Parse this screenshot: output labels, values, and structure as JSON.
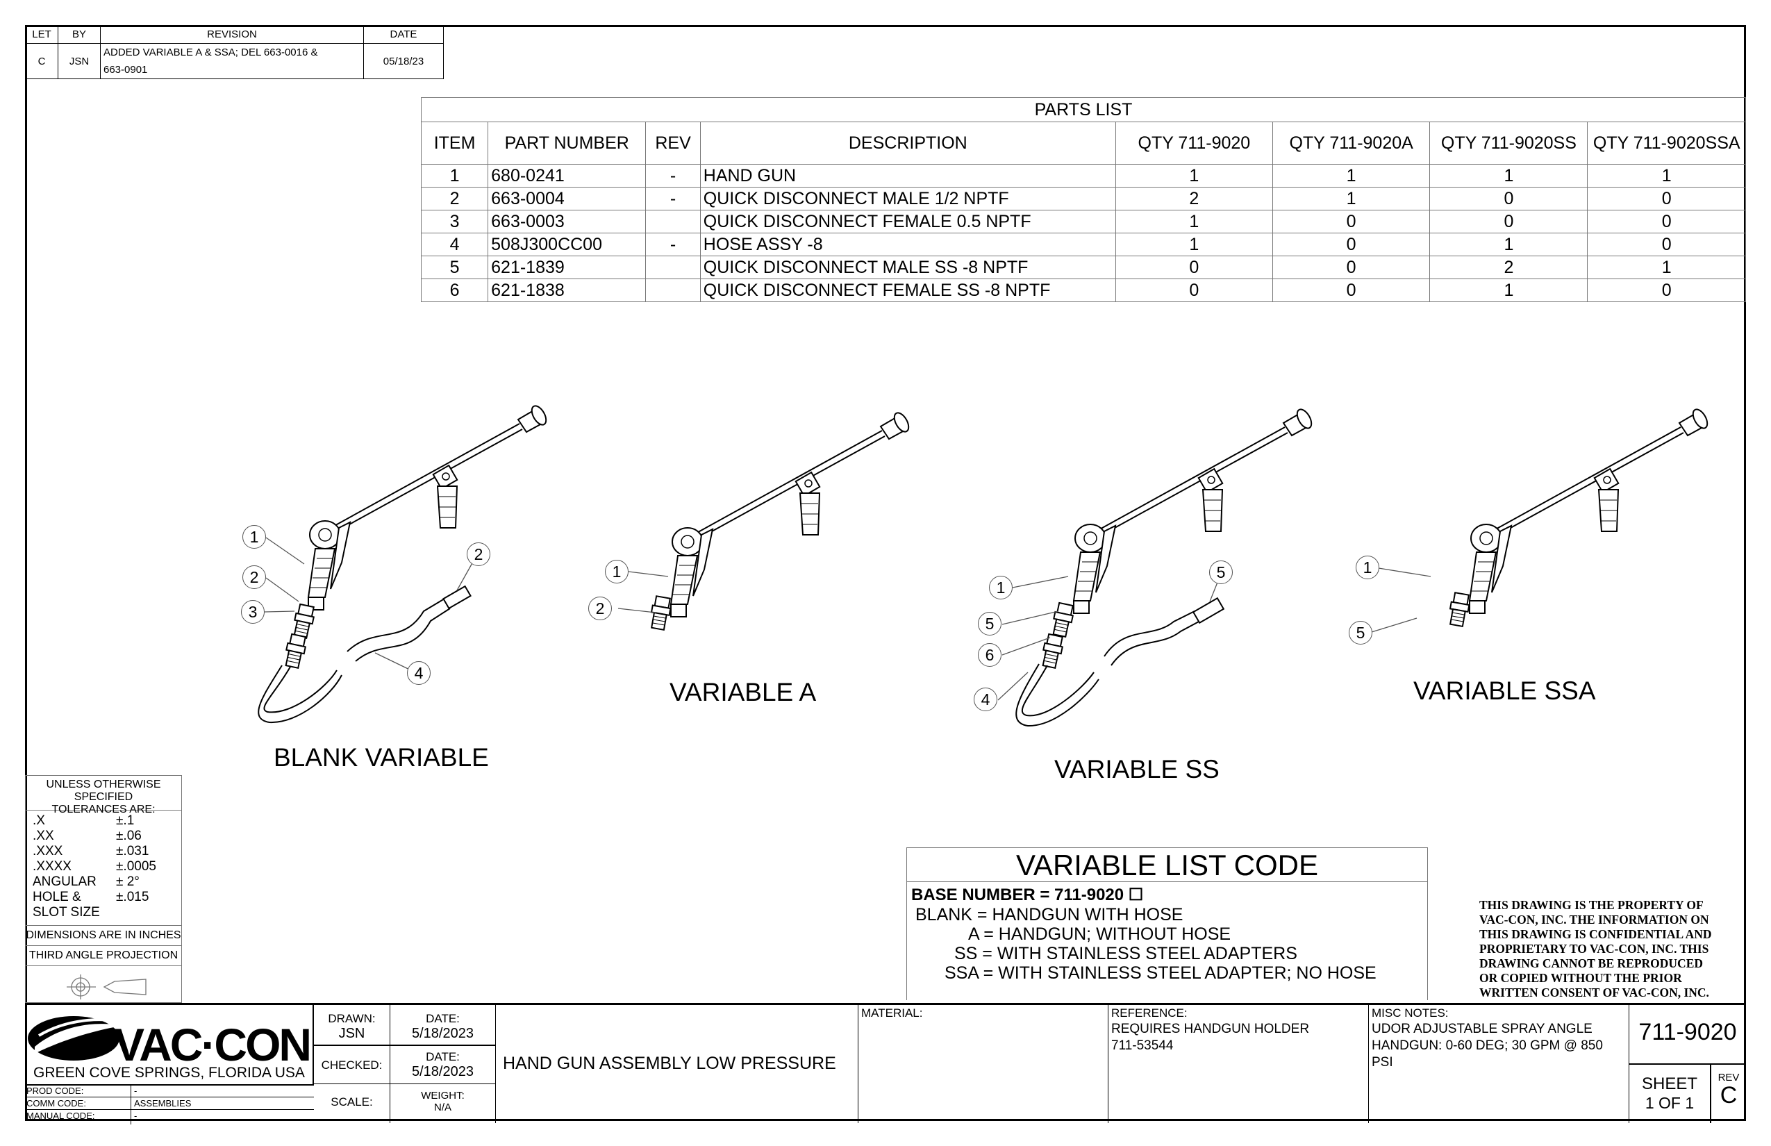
{
  "revision_block": {
    "headers": [
      "LET",
      "BY",
      "REVISION",
      "DATE"
    ],
    "rows": [
      {
        "let": "C",
        "by": "JSN",
        "revision_line1": "ADDED VARIABLE A & SSA; DEL 663-0016 &",
        "revision_line2": "663-0901",
        "date": "05/18/23"
      }
    ]
  },
  "parts_list": {
    "title": "PARTS LIST",
    "headers": [
      "ITEM",
      "PART NUMBER",
      "REV",
      "DESCRIPTION",
      "QTY 711-9020",
      "QTY 711-9020A",
      "QTY 711-9020SS",
      "QTY 711-9020SSA"
    ],
    "rows": [
      [
        "1",
        "680-0241",
        "-",
        "HAND GUN",
        "1",
        "1",
        "1",
        "1"
      ],
      [
        "2",
        "663-0004",
        "-",
        "QUICK DISCONNECT MALE 1/2 NPTF",
        "2",
        "1",
        "0",
        "0"
      ],
      [
        "3",
        "663-0003",
        "",
        "QUICK DISCONNECT FEMALE 0.5 NPTF",
        "1",
        "0",
        "0",
        "0"
      ],
      [
        "4",
        "508J300CC00",
        "-",
        "HOSE ASSY -8",
        "1",
        "0",
        "1",
        "0"
      ],
      [
        "5",
        "621-1839",
        "",
        "QUICK DISCONNECT MALE SS -8 NPTF",
        "0",
        "0",
        "2",
        "1"
      ],
      [
        "6",
        "621-1838",
        "",
        "QUICK DISCONNECT FEMALE SS -8 NPTF",
        "0",
        "0",
        "1",
        "0"
      ]
    ]
  },
  "views": {
    "blank": {
      "label": "BLANK VARIABLE",
      "balloons": [
        "1",
        "2",
        "3",
        "2",
        "4"
      ]
    },
    "a": {
      "label": "VARIABLE A",
      "balloons": [
        "1",
        "2"
      ]
    },
    "ss": {
      "label": "VARIABLE SS",
      "balloons": [
        "1",
        "5",
        "6",
        "4",
        "5"
      ]
    },
    "ssa": {
      "label": "VARIABLE SSA",
      "balloons": [
        "1",
        "5"
      ]
    }
  },
  "variable_list": {
    "title": "VARIABLE LIST CODE",
    "base": "BASE NUMBER = 711-9020 ☐",
    "lines": [
      "BLANK = HANDGUN WITH HOSE",
      "A = HANDGUN; WITHOUT HOSE",
      "SS = WITH STAINLESS STEEL ADAPTERS",
      "SSA = WITH STAINLESS STEEL ADAPTER; NO HOSE"
    ]
  },
  "tolerances": {
    "heading_line1": "UNLESS OTHERWISE SPECIFIED",
    "heading_line2": "TOLERANCES ARE:",
    "rows": [
      [
        ".X",
        "±.1"
      ],
      [
        ".XX",
        "±.06"
      ],
      [
        ".XXX",
        "±.031"
      ],
      [
        ".XXXX",
        "±.0005"
      ],
      [
        "ANGULAR",
        "± 2°"
      ],
      [
        "HOLE &",
        "±.015"
      ],
      [
        "SLOT SIZE",
        ""
      ]
    ],
    "dims_note": "DIMENSIONS ARE IN INCHES",
    "projection": "THIRD ANGLE PROJECTION"
  },
  "proprietary_notice": [
    "THIS DRAWING IS THE PROPERTY OF",
    "VAC-CON, INC.  THE INFORMATION ON",
    "THIS DRAWING IS CONFIDENTIAL AND",
    "PROPRIETARY TO VAC-CON, INC.  THIS",
    "DRAWING CANNOT BE REPRODUCED",
    "OR COPIED WITHOUT THE PRIOR",
    "WRITTEN CONSENT OF VAC-CON, INC."
  ],
  "title_block": {
    "logo_text": "VAC·CON",
    "location": "GREEN COVE SPRINGS, FLORIDA USA",
    "prod_code_label": "PROD CODE:",
    "prod_code": "-",
    "comm_code_label": "COMM CODE:",
    "comm_code": "ASSEMBLIES",
    "manual_code_label": "MANUAL CODE:",
    "manual_code": "-",
    "drawn_label": "DRAWN:",
    "drawn": "JSN",
    "date_label": "DATE:",
    "drawn_date": "5/18/2023",
    "checked_label": "CHECKED:",
    "checked_date": "5/18/2023",
    "scale_label": "SCALE:",
    "weight_label": "WEIGHT:",
    "weight": "N/A",
    "title": "HAND GUN ASSEMBLY LOW PRESSURE",
    "material_label": "MATERIAL:",
    "reference_label": "REFERENCE:",
    "reference_line1": "REQUIRES HANDGUN HOLDER",
    "reference_line2": "711-53544",
    "misc_label": "MISC NOTES:",
    "misc_line1": "UDOR ADJUSTABLE SPRAY ANGLE",
    "misc_line2": "HANDGUN: 0-60 DEG; 30 GPM @ 850",
    "misc_line3": "PSI",
    "drawing_number": "711-9020",
    "sheet_label": "SHEET",
    "sheet": "1  OF 1",
    "rev_label": "REV",
    "rev": "C"
  }
}
